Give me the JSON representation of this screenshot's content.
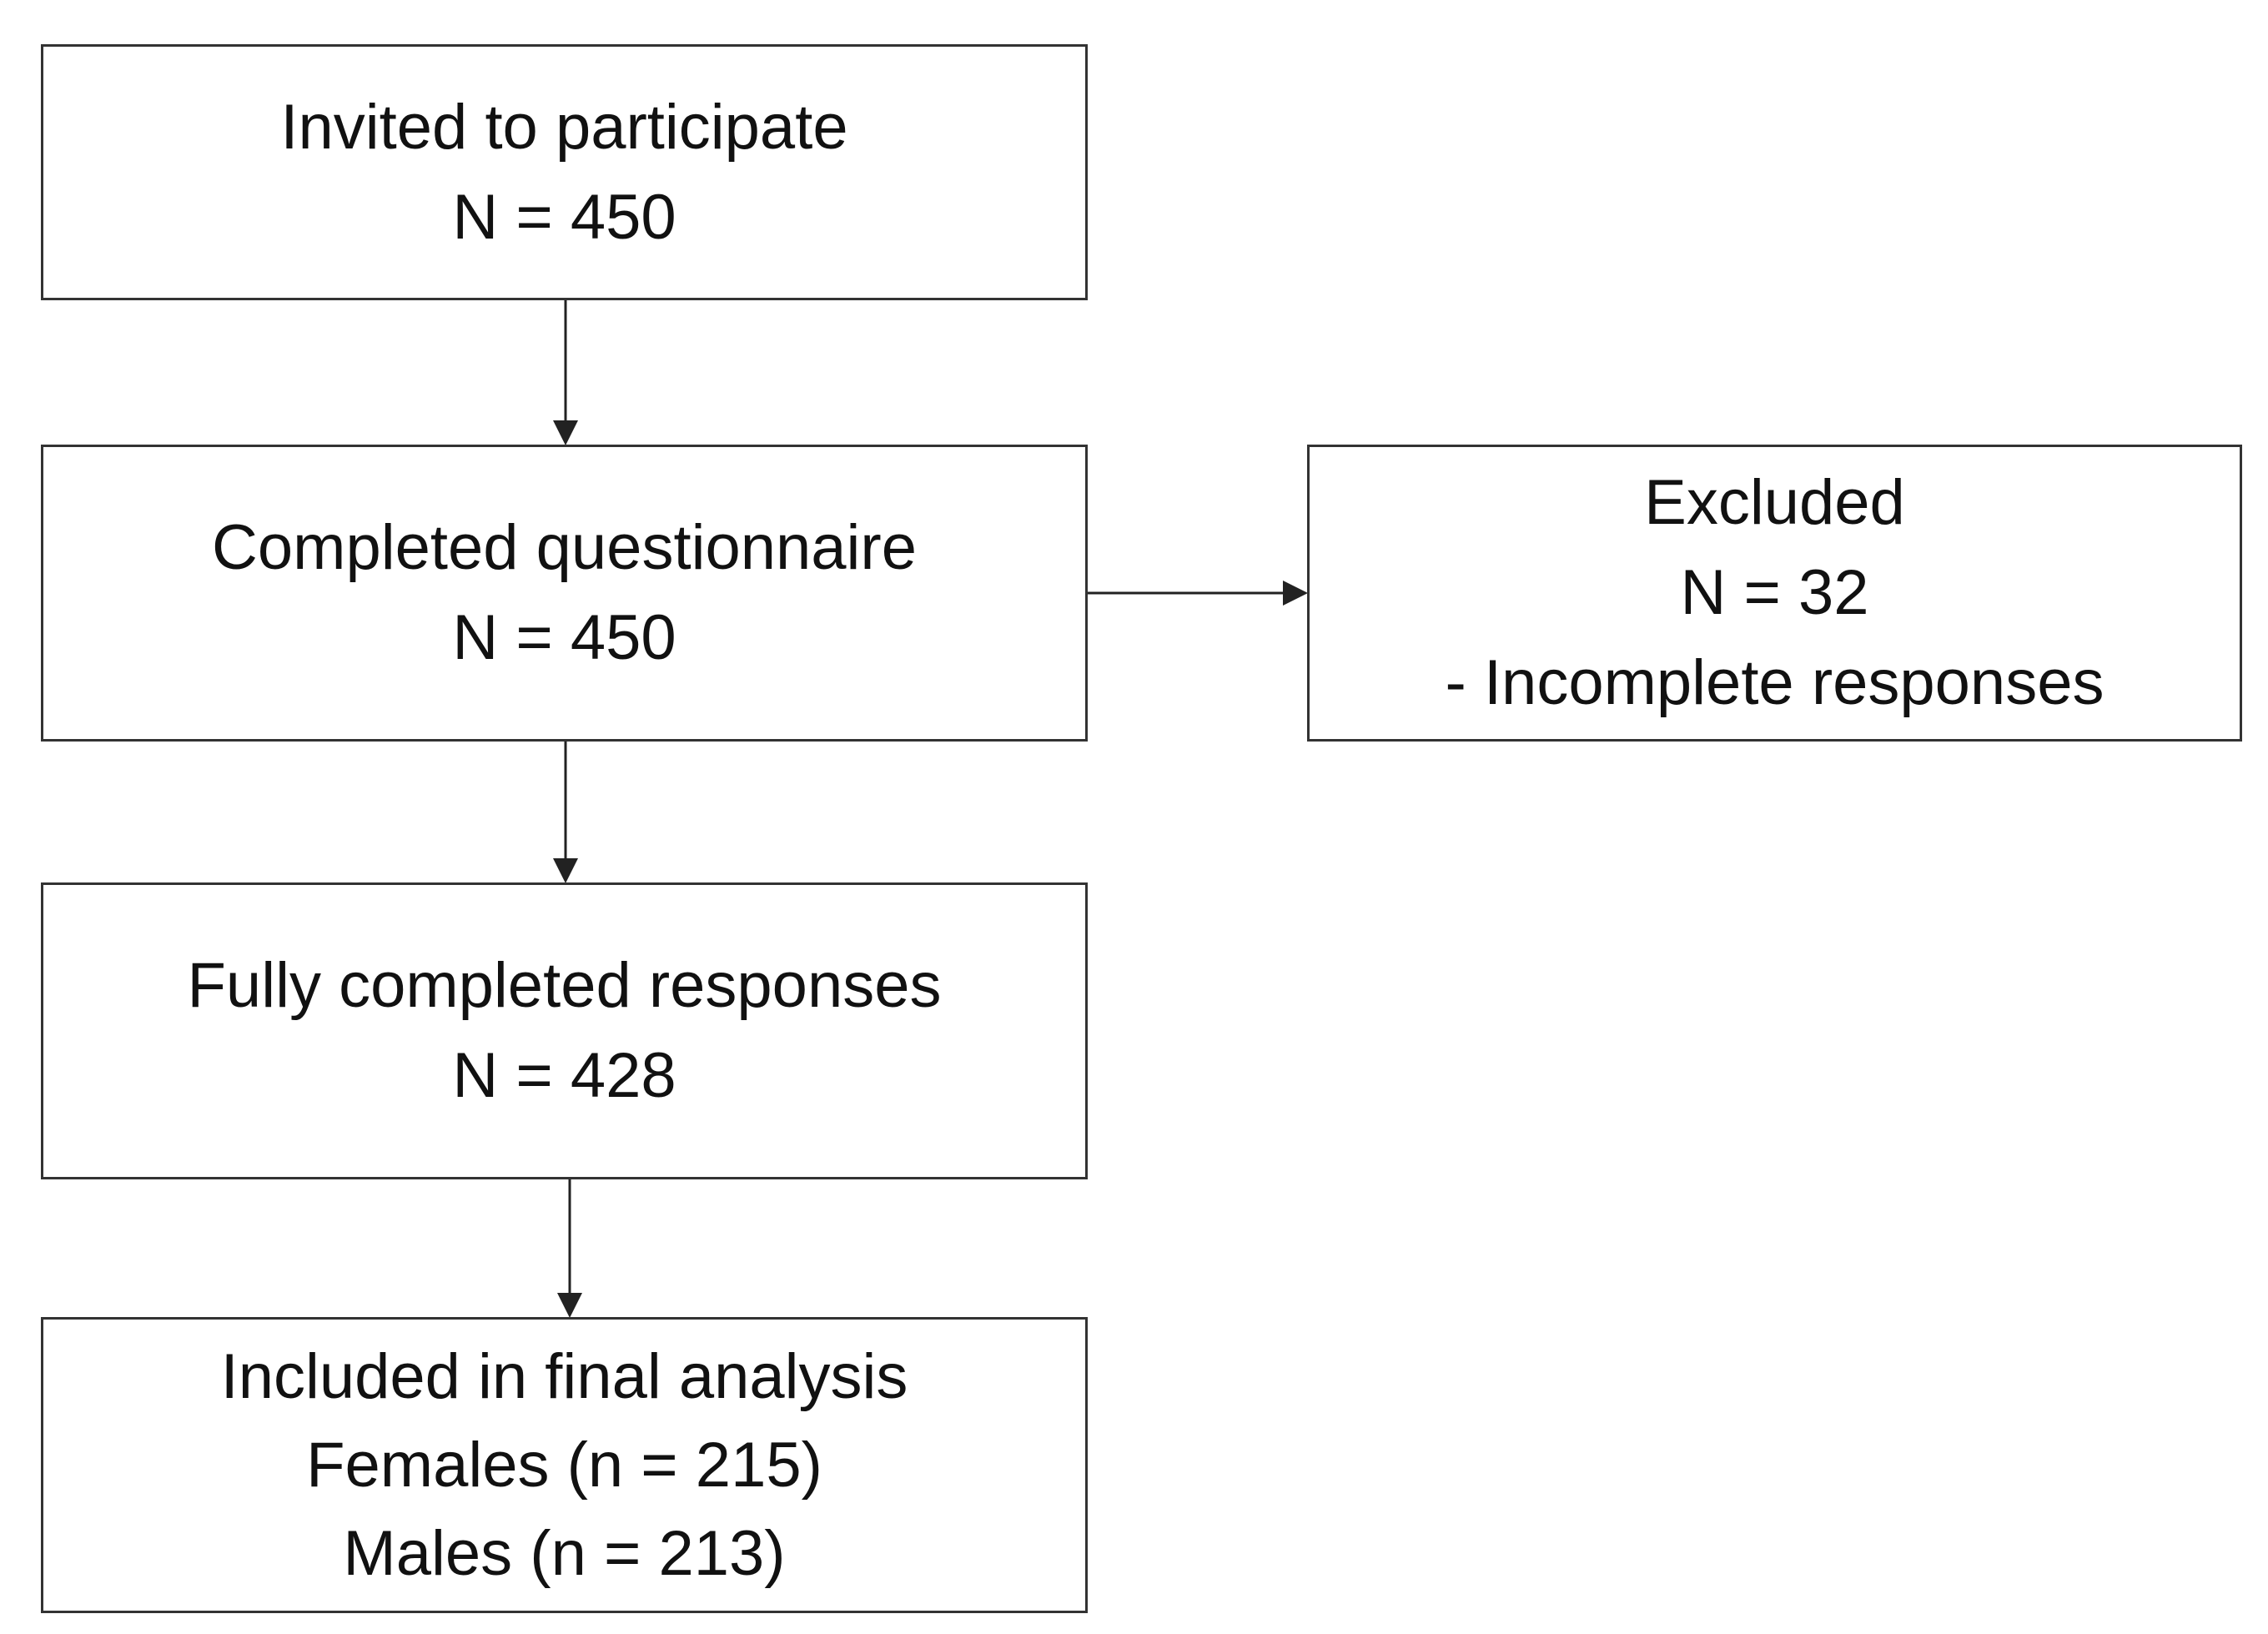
{
  "nodes": {
    "invited": {
      "line1": "Invited to participate",
      "line2": "N = 450"
    },
    "completed": {
      "line1": "Completed questionnaire",
      "line2": "N = 450"
    },
    "excluded": {
      "line1": "Excluded",
      "line2": "N = 32",
      "line3": "- Incomplete responses"
    },
    "fully_completed": {
      "line1": "Fully completed responses",
      "line2": "N = 428"
    },
    "included": {
      "line1": "Included in final analysis",
      "line2": "Females (n = 215)",
      "line3": "Males (n = 213)"
    }
  },
  "edges": [
    {
      "from": "invited",
      "to": "completed"
    },
    {
      "from": "completed",
      "to": "excluded"
    },
    {
      "from": "completed",
      "to": "fully_completed"
    },
    {
      "from": "fully_completed",
      "to": "included"
    }
  ],
  "colors": {
    "border": "#333333",
    "text": "#111111",
    "arrow": "#222222",
    "background": "#ffffff"
  }
}
